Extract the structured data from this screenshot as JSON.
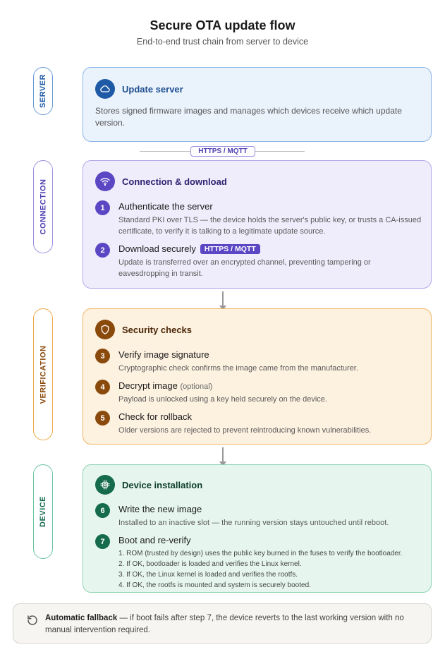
{
  "header": {
    "title": "Secure OTA update flow",
    "subtitle": "End-to-end trust chain from server to device"
  },
  "lanes": {
    "server": "SERVER",
    "connection": "CONNECTION",
    "verification": "VERIFICATION",
    "device": "DEVICE"
  },
  "server": {
    "icon": "cloud-icon",
    "title": "Update server",
    "desc": "Stores signed firmware images and manages which devices receive which update version."
  },
  "connector": {
    "label": "HTTPS / MQTT"
  },
  "connection": {
    "icon": "wifi-icon",
    "title": "Connection & download",
    "steps": [
      {
        "num": "1",
        "title": "Authenticate the server",
        "desc": "Standard PKI over TLS — the device holds the server's public key, or trusts a CA-issued certificate, to verify it is talking to a legitimate update source."
      },
      {
        "num": "2",
        "title": "Download securely",
        "badge": "HTTPS / MQTT",
        "desc": "Update is transferred over an encrypted channel, preventing tampering or eavesdropping in transit."
      }
    ]
  },
  "verification": {
    "icon": "shield-icon",
    "title": "Security checks",
    "steps": [
      {
        "num": "3",
        "title": "Verify image signature",
        "desc": "Cryptographic check confirms the image came from the manufacturer."
      },
      {
        "num": "4",
        "title": "Decrypt image",
        "optional": "(optional)",
        "desc": "Payload is unlocked using a key held securely on the device."
      },
      {
        "num": "5",
        "title": "Check for rollback",
        "desc": "Older versions are rejected to prevent reintroducing known vulnerabilities."
      }
    ]
  },
  "device": {
    "icon": "chip-icon",
    "title": "Device installation",
    "steps": [
      {
        "num": "6",
        "title": "Write the new image",
        "desc": "Installed to an inactive slot — the running version stays untouched until reboot."
      },
      {
        "num": "7",
        "title": "Boot and re-verify",
        "items": [
          "1. ROM (trusted by design) uses the public key burned in the fuses to verify the bootloader.",
          "2. If OK, bootloader is loaded and verifies the Linux kernel.",
          "3. If OK, the Linux kernel is loaded and verifies the rootfs.",
          "4. If OK, the rootfs is mounted and system is securely booted."
        ]
      }
    ]
  },
  "fallback": {
    "icon": "undo-icon",
    "bold": "Automatic fallback",
    "text": " — if boot fails after step 7, the device reverts to the last working version with no manual intervention required."
  },
  "colors": {
    "server_accent": "#1f5aa6",
    "connection_accent": "#5b47c4",
    "verification_accent": "#8a4a0c",
    "device_accent": "#156b4c"
  }
}
